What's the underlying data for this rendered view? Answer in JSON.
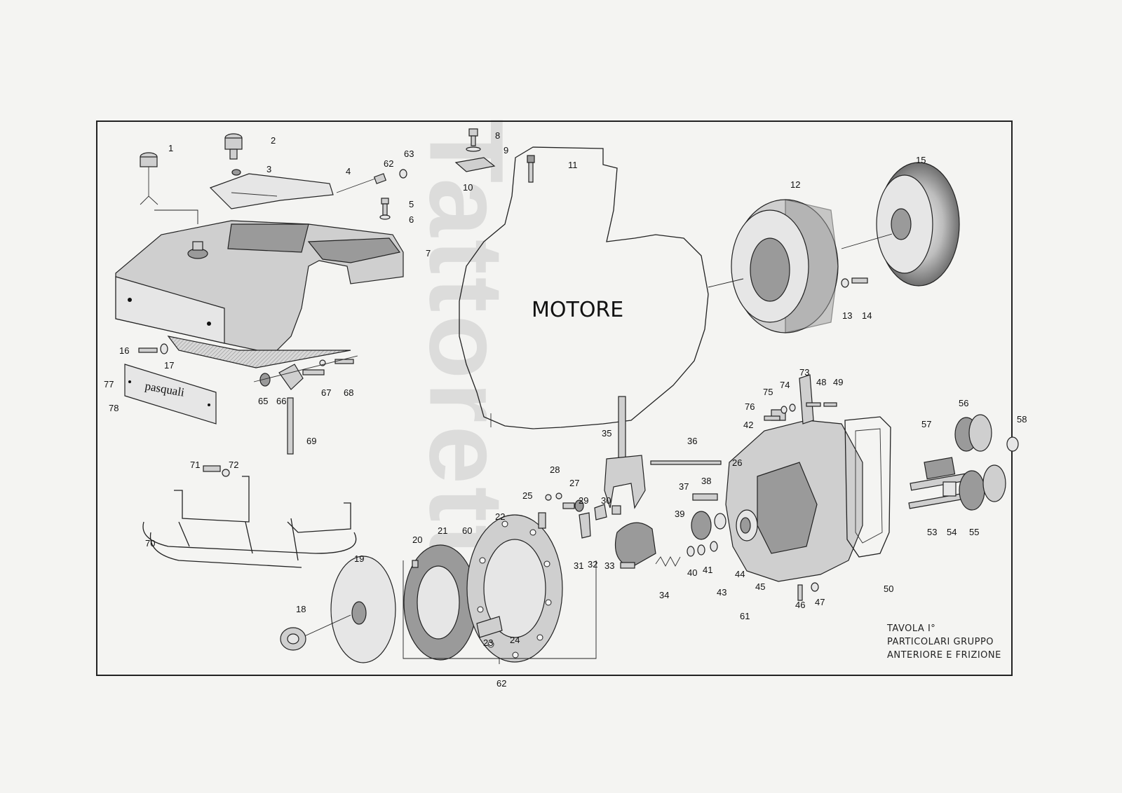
{
  "diagram": {
    "watermark": "Tattoretta",
    "center_label": "MOTORE",
    "nameplate_logo": "pasquali",
    "caption": [
      "TAVOLA I°",
      "PARTICOLARI GRUPPO",
      "ANTERIORE E FRIZIONE"
    ],
    "callouts": [
      "1",
      "2",
      "3",
      "4",
      "5",
      "6",
      "7",
      "8",
      "9",
      "10",
      "11",
      "12",
      "13",
      "14",
      "15",
      "16",
      "17",
      "18",
      "19",
      "20",
      "21",
      "22",
      "23",
      "24",
      "25",
      "26",
      "27",
      "28",
      "29",
      "30",
      "31",
      "32",
      "33",
      "34",
      "35",
      "36",
      "37",
      "38",
      "39",
      "40",
      "41",
      "42",
      "43",
      "44",
      "45",
      "46",
      "47",
      "48",
      "49",
      "50",
      "53",
      "54",
      "55",
      "56",
      "57",
      "58",
      "60",
      "61",
      "62",
      "62",
      "63",
      "65",
      "66",
      "67",
      "68",
      "69",
      "70",
      "71",
      "72",
      "73",
      "74",
      "75",
      "76",
      "77",
      "78"
    ]
  }
}
